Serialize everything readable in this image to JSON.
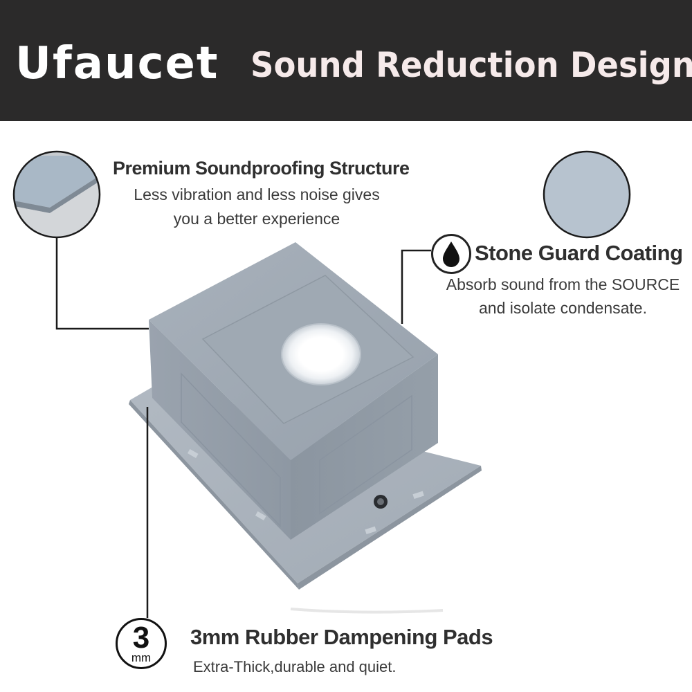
{
  "banner": {
    "brand": "Ufaucet",
    "headline": "Sound Reduction Design"
  },
  "features": [
    {
      "title": "Premium Soundproofing Structure",
      "desc_line1": "Less vibration and less noise gives",
      "desc_line2": "you a better experience"
    },
    {
      "title": "Stone Guard Coating",
      "desc_line1": "Absorb sound from the SOURCE",
      "desc_line2": "and isolate condensate.",
      "icon": "water-drop-icon"
    },
    {
      "title": "3mm Rubber Dampening Pads",
      "desc": "Extra-Thick,durable and quiet.",
      "badge_number": "3",
      "badge_unit": "mm"
    }
  ],
  "colors": {
    "banner_bg": "#2b2a2a",
    "sink_gray": "#a3acb6",
    "coating_blue": "#b7c3cf"
  }
}
